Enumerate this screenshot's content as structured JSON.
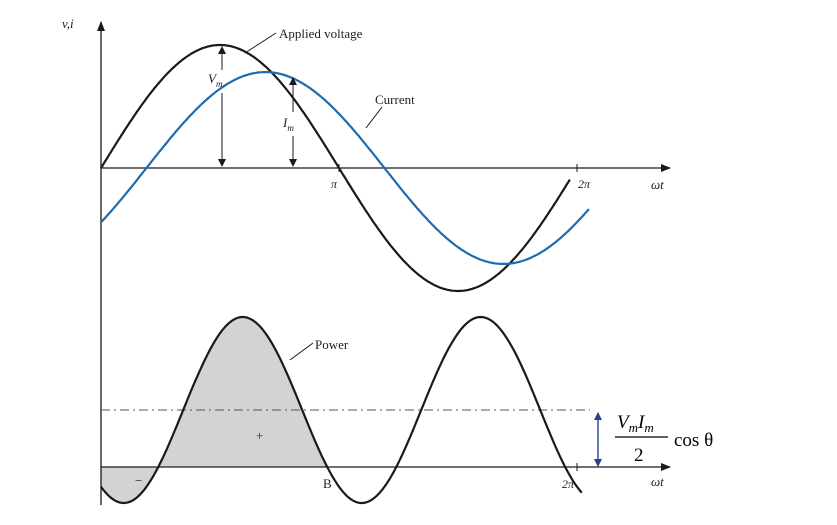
{
  "labels": {
    "y_axis": "v,i",
    "x_axis_top": "ωt",
    "x_axis_bottom": "ωt",
    "applied_voltage": "Applied voltage",
    "current": "Current",
    "power": "Power",
    "vm_main": "V",
    "vm_sub": "m",
    "im_main": "I",
    "im_sub": "m",
    "pi": "π",
    "two_pi_top": "2π",
    "two_pi_bottom": "2π",
    "minus": "−",
    "plus": "+",
    "b_point": "B"
  },
  "formula": {
    "numerator_v": "V",
    "numerator_v_sub": "m",
    "numerator_i": "I",
    "numerator_i_sub": "m",
    "denominator": "2",
    "trig": "cos θ"
  },
  "colors": {
    "voltage": "#1a1a1a",
    "current": "#1f6bb0",
    "power": "#1a1a1a",
    "power_fill": "#d2d3d5",
    "average_line": "#555555",
    "dimension_arrow": "#2c3e8f"
  },
  "waves": {
    "voltage_amplitude": 1.0,
    "current_amplitude": 0.78,
    "current_phase_lag_rad": 0.6,
    "power_average_fraction": 0.38
  }
}
